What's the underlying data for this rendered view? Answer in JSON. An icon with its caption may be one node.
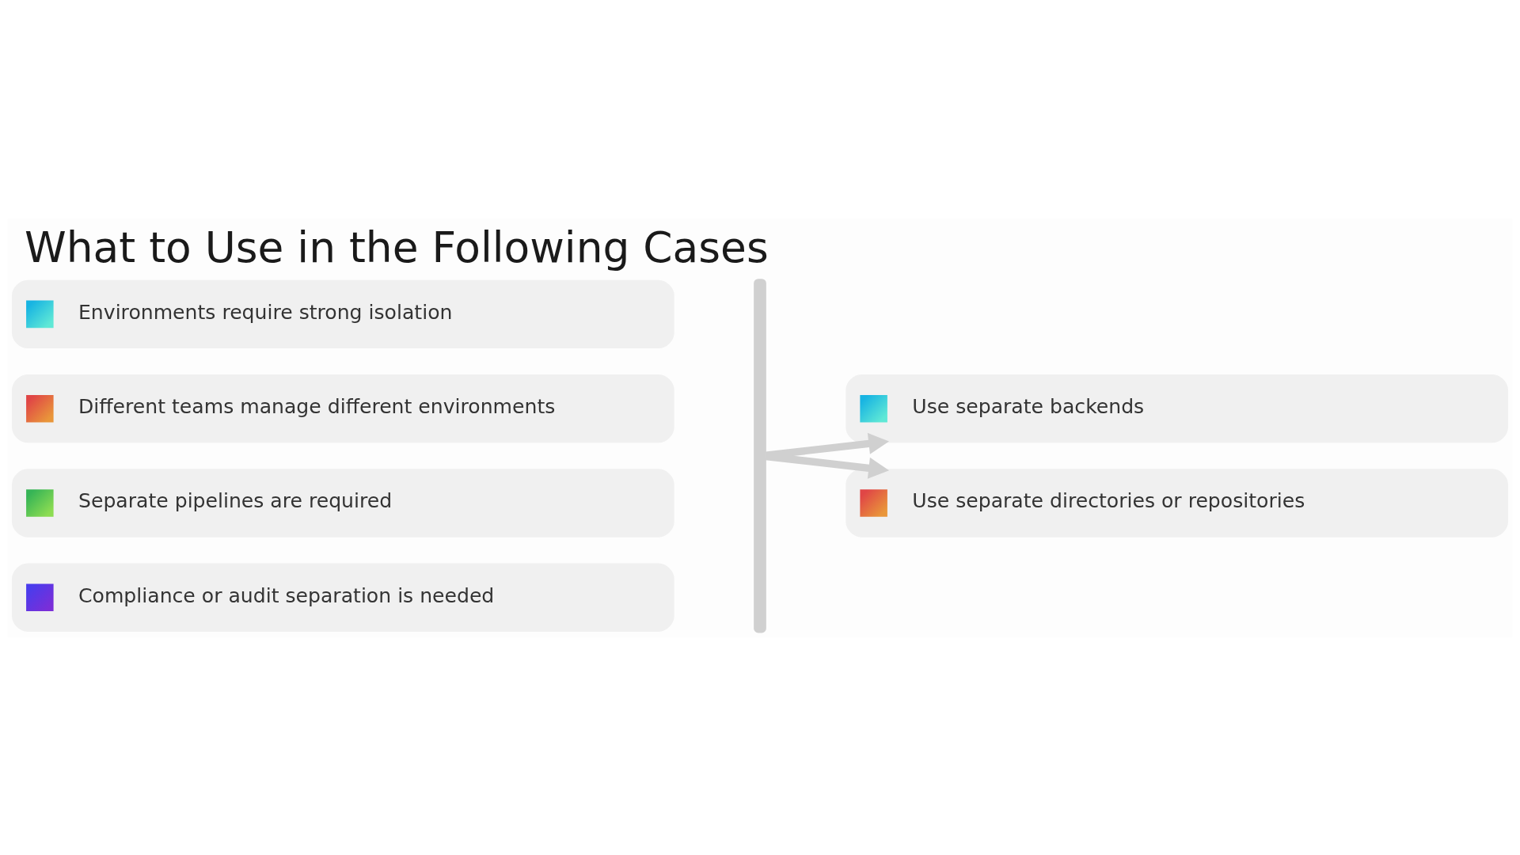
{
  "diagram": {
    "title": "What to Use in the Following Cases",
    "nodes": [
      {
        "text": [
          "Environments require strong isolation"
        ]
      },
      {
        "text": [
          "Different teams manage different environments"
        ]
      },
      {
        "text": [
          "Separate pipelines are required"
        ]
      },
      {
        "text": [
          "Compliance or audit separation is needed"
        ]
      },
      {
        "text": [],
        "shape": "bar"
      },
      {
        "text": [
          "Use separate backends"
        ]
      },
      {
        "text": [
          "Use separate directories or repositories"
        ]
      }
    ],
    "edges": [
      {
        "from": 4,
        "to": 5,
        "arrow": "to"
      },
      {
        "from": 4,
        "to": 6,
        "arrow": "to"
      }
    ]
  }
}
